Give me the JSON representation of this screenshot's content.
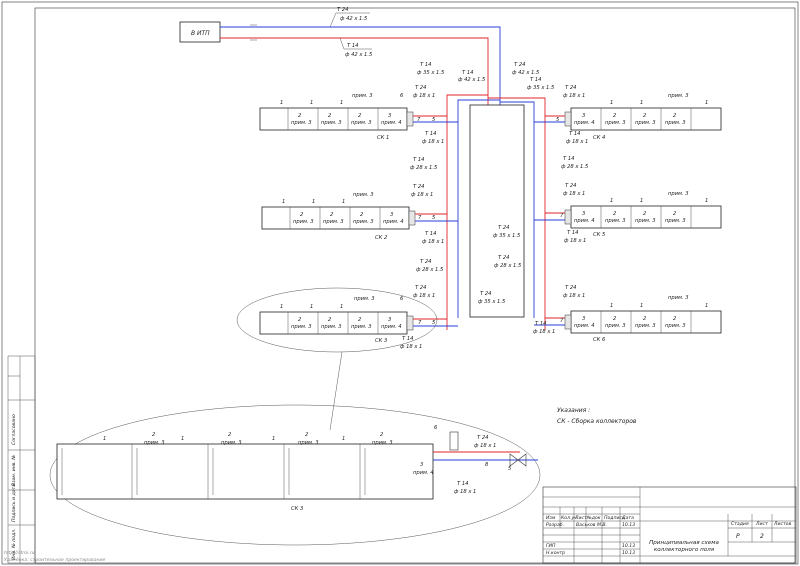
{
  "source_label": "В ИТП",
  "main_supply": {
    "temp": "Т 24",
    "dia": "ф 42 х 1.5"
  },
  "main_return": {
    "temp": "Т 14",
    "dia": "ф 42 х 1.5"
  },
  "riser_labels": {
    "t14_35": "Т 14",
    "d35a": "ф 35 х 1.5",
    "t14_42": "Т 14",
    "d42a": "ф 42 х 1.5",
    "t24_42": "Т 24",
    "d42b": "ф 42 х 1.5",
    "t14_35b": "Т 14",
    "d35b": "ф 35 х 1.5",
    "t14_28l": "Т 14",
    "d28l": "ф 28 х 1.5",
    "t24_28l": "Т 24",
    "d28l2": "ф 28 х 1.5",
    "t24_35m": "Т 24",
    "d35m": "ф 35 х 1.5",
    "t24_35c": "Т 24",
    "d35c": "ф 35 х 1.5",
    "t24_28c": "Т 24",
    "d28c": "ф 28 х 1.5",
    "t14_28r": "Т 14",
    "d28r": "ф 28 х 1.5"
  },
  "collectors": [
    {
      "name": "СК 1"
    },
    {
      "name": "СК 2"
    },
    {
      "name": "СК 3"
    },
    {
      "name": "СК 4"
    },
    {
      "name": "СК 5"
    },
    {
      "name": "СК 6"
    }
  ],
  "branch": {
    "t24": "Т 24",
    "d18": "ф 18 х 1",
    "t14": "Т 14"
  },
  "cell": {
    "num1": "1",
    "num2": "2",
    "num3": "3",
    "num4": "4",
    "num5": "5",
    "num6": "6",
    "num7": "7",
    "num8": "8",
    "prim3": "прим. 3",
    "prim4": "прим. 4"
  },
  "notes": {
    "title": "Указания :",
    "line1": "СК - Сборка коллекторов"
  },
  "detail_label": "СК 3",
  "title_block": {
    "cols": [
      "Изм",
      "Кол.уч",
      "Лист",
      "№док",
      "Подпись",
      "Дата"
    ],
    "rows": [
      {
        "role": "Разраб.",
        "name": "Васьков М.В.",
        "date": "10.13"
      },
      {
        "role": "ГИП",
        "name": "",
        "date": "10.13"
      },
      {
        "role": "Н.контр",
        "name": "",
        "date": "10.13"
      }
    ],
    "title": "Принципиальная схема коллекторного поля",
    "stage_h": "Стадия",
    "sheet_h": "Лист",
    "sheets_h": "Листов",
    "stage": "Р",
    "sheet": "2"
  },
  "side_stamp": [
    "Согласовано",
    "Взам. инв. №",
    "Подпись и дата",
    "Инв. № подл."
  ],
  "watermark": {
    "line1": "http://stroi.ru",
    "line2": "Удалёнка: строительное проектирование"
  }
}
